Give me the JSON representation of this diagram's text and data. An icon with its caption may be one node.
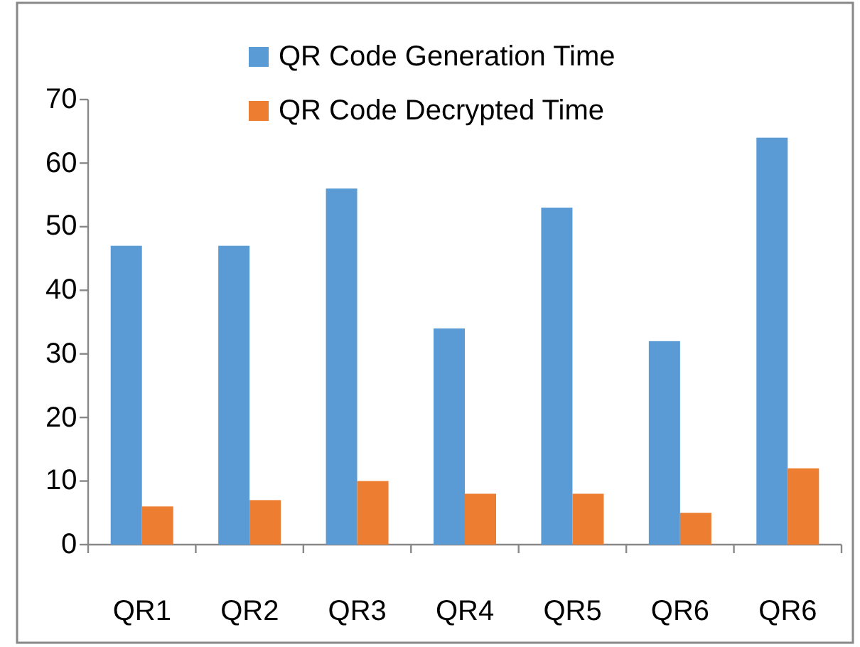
{
  "diagram": {
    "chart_data": {
      "type": "bar",
      "categories": [
        "QR1",
        "QR2",
        "QR3",
        "QR4",
        "QR5",
        "QR6",
        "QR6"
      ],
      "series": [
        {
          "name": "QR Code Generation Time",
          "color": "#5b9bd5",
          "values": [
            47,
            47,
            56,
            34,
            53,
            32,
            64
          ]
        },
        {
          "name": "QR Code Decrypted Time",
          "color": "#ed7d31",
          "values": [
            6,
            7,
            10,
            8,
            8,
            5,
            12
          ]
        }
      ],
      "legend": "top",
      "ylim": [
        0,
        70
      ],
      "yticks": [
        0,
        10,
        20,
        30,
        40,
        50,
        60,
        70
      ]
    }
  }
}
